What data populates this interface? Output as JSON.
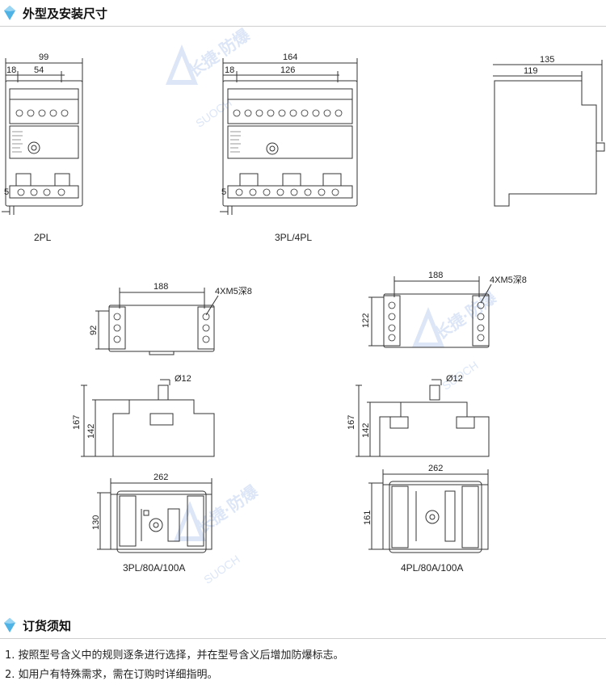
{
  "section1": {
    "title": "外型及安装尺寸"
  },
  "section2": {
    "title": "订货须知"
  },
  "dims": {
    "front2pl": {
      "overall": "99",
      "left_offset": "18",
      "inner": "54",
      "bottom": "5"
    },
    "front3pl": {
      "overall": "164",
      "left_offset": "18",
      "inner": "126",
      "bottom": "5"
    },
    "side": {
      "overall": "135",
      "inner": "119"
    },
    "mount_left": {
      "width": "188",
      "height": "92",
      "hole": "4XM5深8"
    },
    "mount_right": {
      "width": "188",
      "height": "122",
      "hole": "4XM5深8"
    },
    "elev_left": {
      "total": "167",
      "body": "142",
      "shaft": "Ø12"
    },
    "elev_right": {
      "total": "167",
      "body": "142",
      "shaft": "Ø12"
    },
    "base_left": {
      "width": "262",
      "height": "130"
    },
    "base_right": {
      "width": "262",
      "height": "161"
    }
  },
  "captions": {
    "c2pl": "2PL",
    "c3pl4pl": "3PL/4PL",
    "c3pl80": "3PL/80A/100A",
    "c4pl80": "4PL/80A/100A"
  },
  "watermark": {
    "brand": "长捷·防爆",
    "latin": "SUOCH"
  },
  "notes": [
    "1. 按照型号含义中的规则逐条进行选择，并在型号含义后增加防爆标志。",
    "2. 如用户有特殊需求，需在订购时详细指明。"
  ],
  "colors": {
    "gem": "#4fb3e6",
    "line": "#333333",
    "rule": "#cfcfcf"
  }
}
